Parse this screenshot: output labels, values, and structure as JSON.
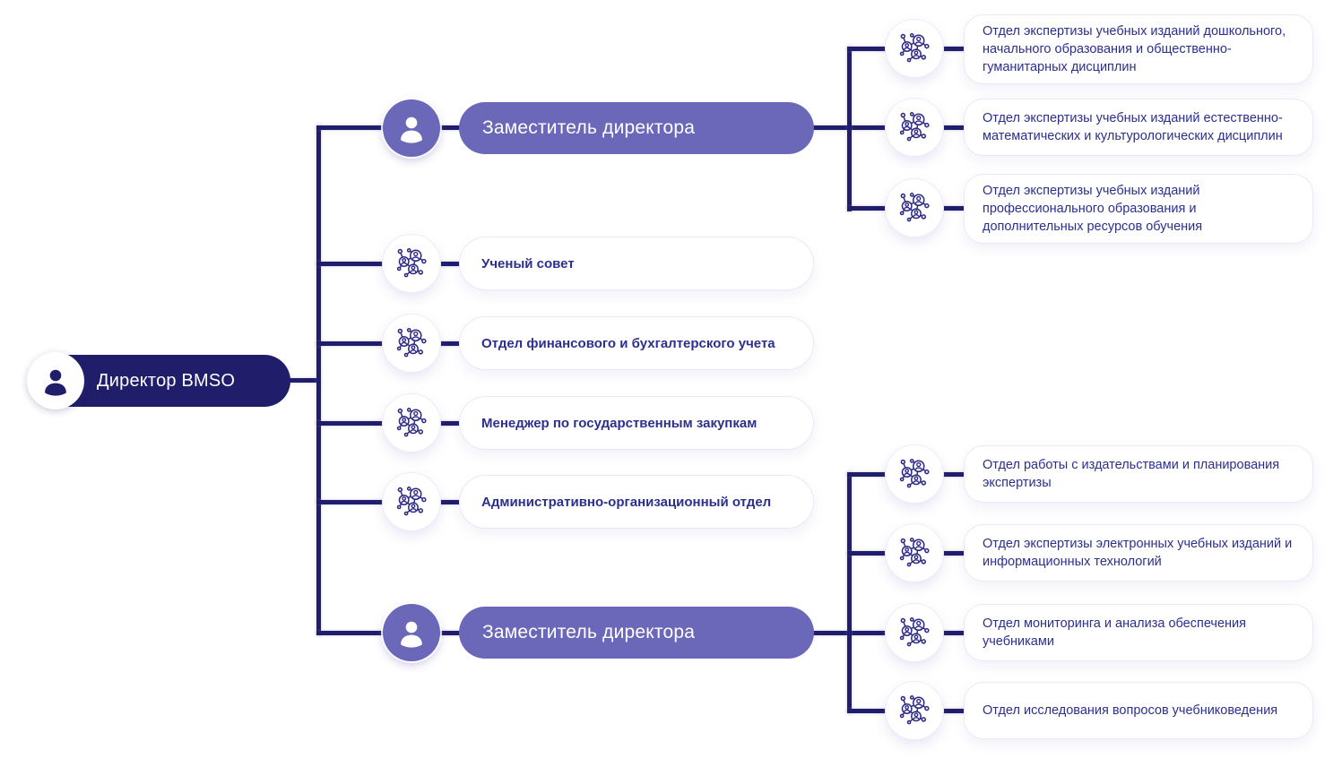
{
  "colors": {
    "navy": "#201d6b",
    "purple": "#6b68b9",
    "line": "#201d6b",
    "box_text": "#2c2f8e",
    "icon_stroke": "#2d2a85",
    "box_border": "#e9e9f7",
    "background": "#ffffff"
  },
  "director": {
    "label": "Директор BMSO",
    "icon": "person-icon"
  },
  "deputies": [
    {
      "label": "Заместитель директора",
      "icon": "person-icon"
    },
    {
      "label": "Заместитель директора",
      "icon": "person-icon"
    }
  ],
  "level1_departments": [
    {
      "label": "Ученый совет",
      "icon": "people-network-icon"
    },
    {
      "label": "Отдел финансового и бухгалтерского учета",
      "icon": "people-network-icon"
    },
    {
      "label": "Менеджер по государственным закупкам",
      "icon": "people-network-icon"
    },
    {
      "label": "Административно-организационный отдел",
      "icon": "people-network-icon"
    }
  ],
  "deputy1_departments": [
    {
      "label": "Отдел экспертизы учебных изданий дошкольного, начального образования и общественно-гуманитарных дисциплин",
      "icon": "people-network-icon"
    },
    {
      "label": "Отдел экспертизы учебных изданий естественно-математических и культурологических дисциплин",
      "icon": "people-network-icon"
    },
    {
      "label": "Отдел экспертизы учебных изданий профессионального образования и дополнительных ресурсов обучения",
      "icon": "people-network-icon"
    }
  ],
  "deputy2_departments": [
    {
      "label": "Отдел работы с издательствами и планирования экспертизы",
      "icon": "people-network-icon"
    },
    {
      "label": "Отдел экспертизы электронных учебных изданий и информационных технологий",
      "icon": "people-network-icon"
    },
    {
      "label": "Отдел мониторинга и анализа обеспечения учебниками",
      "icon": "people-network-icon"
    },
    {
      "label": "Отдел исследования вопросов учебниковедения",
      "icon": "people-network-icon"
    }
  ]
}
